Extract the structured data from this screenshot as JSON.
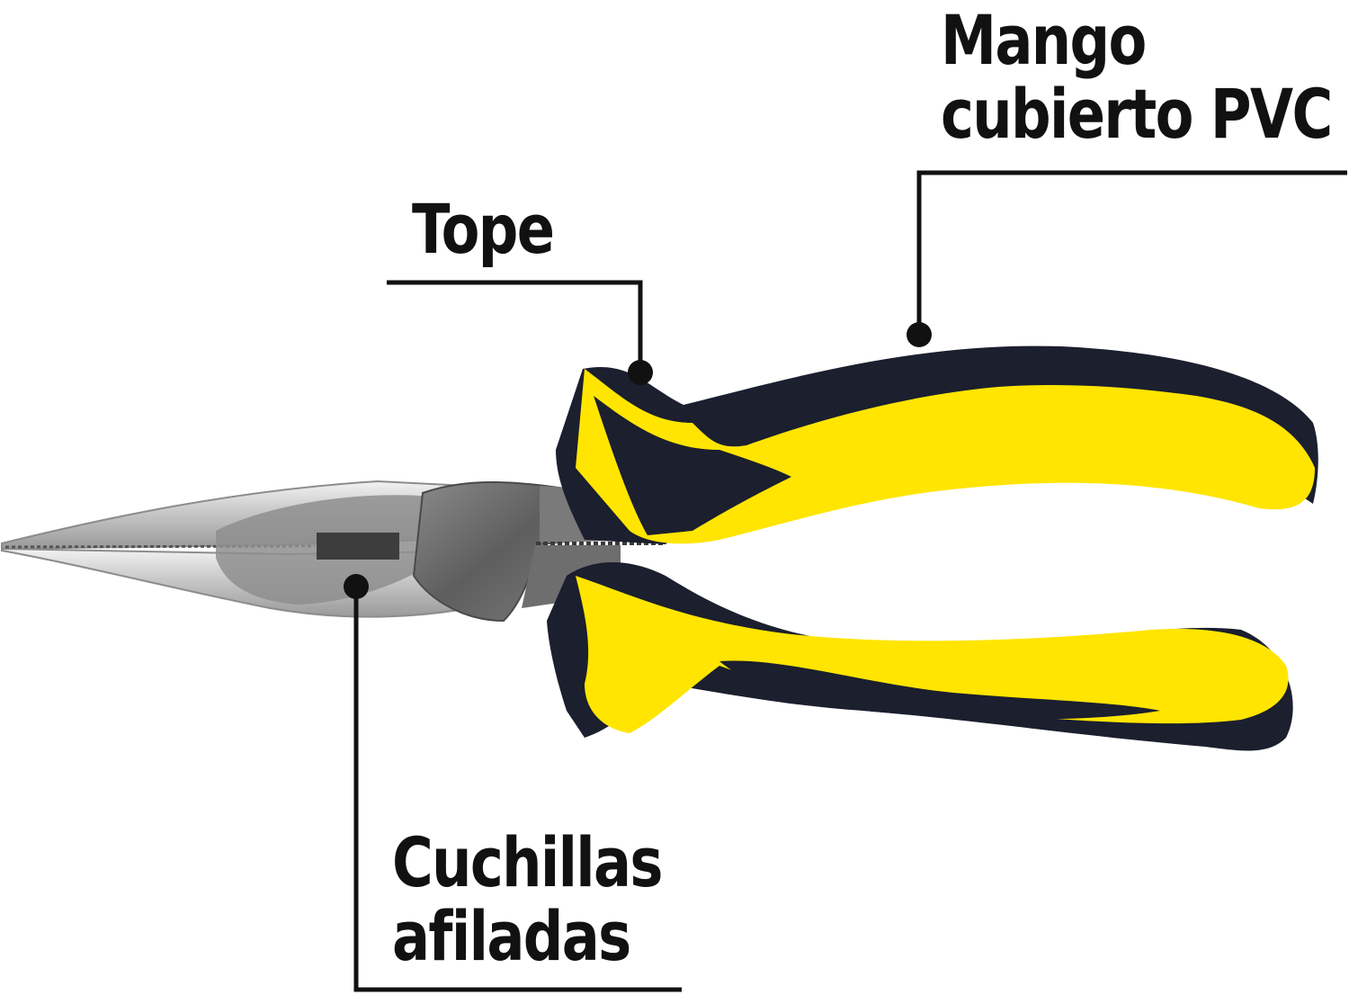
{
  "diagram": {
    "subject": "long-nose pliers",
    "colors": {
      "handle_yellow": "#FFE500",
      "handle_black": "#1B1F2E",
      "steel_light": "#D9D9D9",
      "steel_dark": "#6F6F6F",
      "callout_line": "#111111"
    },
    "callouts": {
      "mango": {
        "line1": "Mango",
        "line2": "cubierto PVC"
      },
      "tope": {
        "line1": "Tope"
      },
      "cuchillas": {
        "line1": "Cuchillas",
        "line2": "afiladas"
      }
    }
  }
}
